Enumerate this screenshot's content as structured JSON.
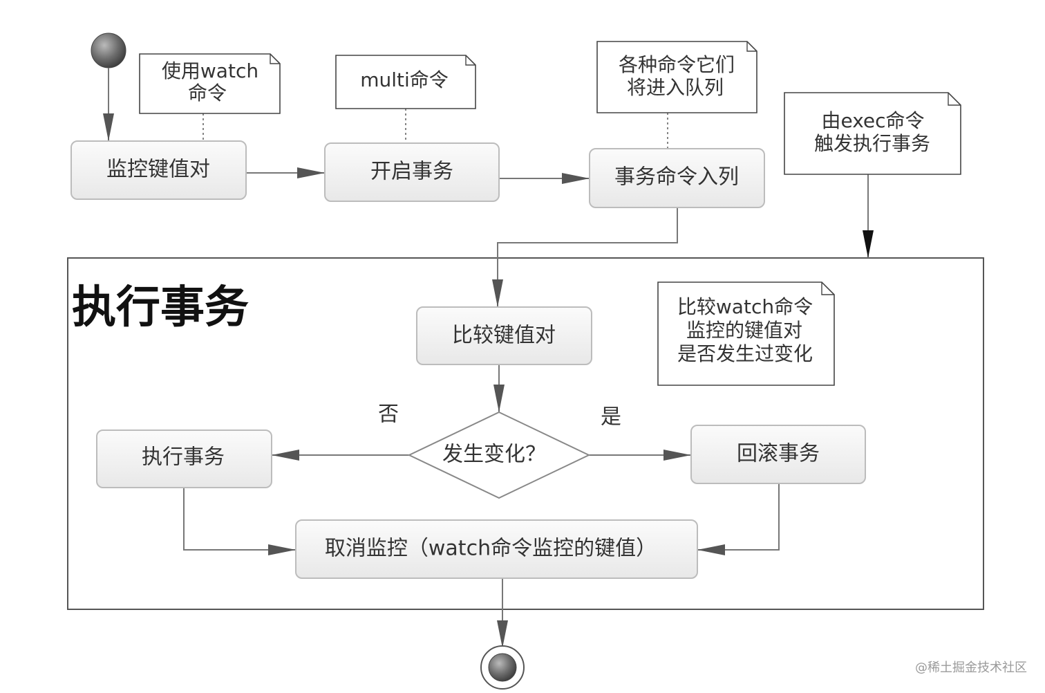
{
  "frame": {
    "title": "执行事务"
  },
  "activities": {
    "monitor_kv": "监控键值对",
    "start_tx": "开启事务",
    "enqueue": "事务命令入列",
    "compare_kv": "比较键值对",
    "exec_tx": "执行事务",
    "rollback": "回滚事务",
    "unwatch": "取消监控（watch命令监控的键值）"
  },
  "decision": {
    "label": "发生变化？"
  },
  "branches": {
    "no": "否",
    "yes": "是"
  },
  "notes": {
    "watch": [
      "使用watch",
      "命令"
    ],
    "multi": [
      "multi命令"
    ],
    "queue": [
      "各种命令它们",
      "将进入队列"
    ],
    "exec": [
      "由exec命令",
      "触发执行事务"
    ],
    "compare": [
      "比较watch命令",
      "监控的键值对",
      "是否发生过变化"
    ]
  },
  "watermark": "@稀土掘金技术社区"
}
